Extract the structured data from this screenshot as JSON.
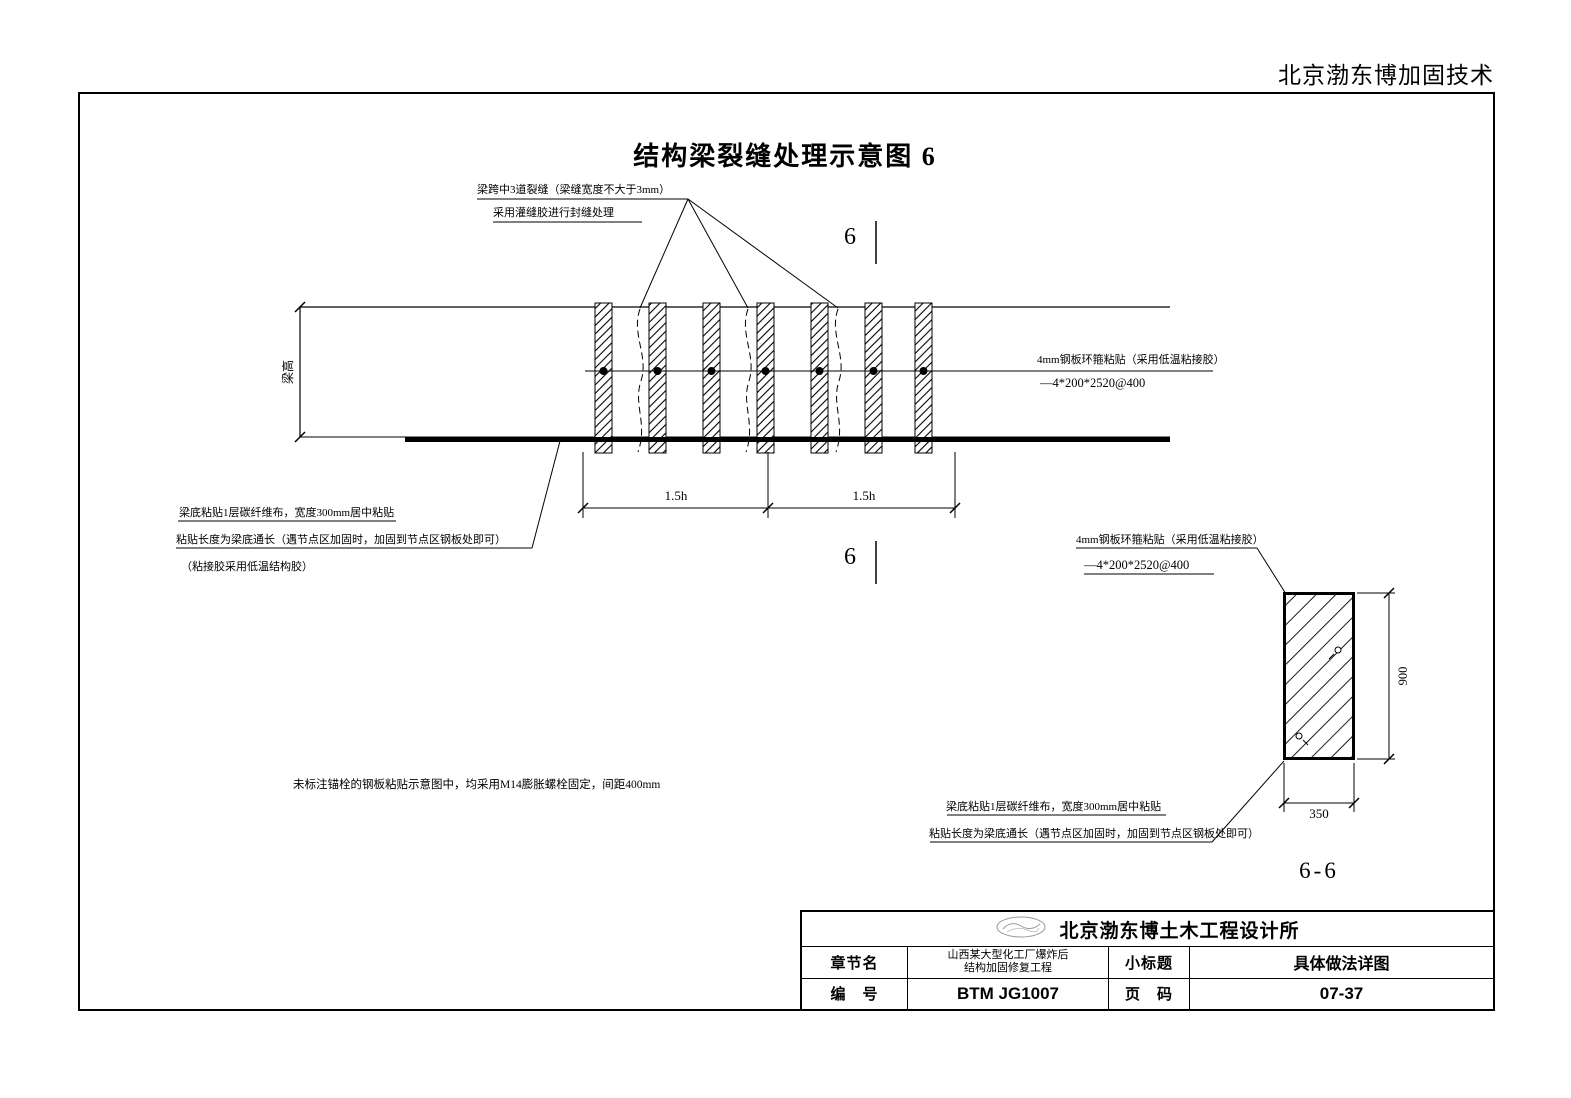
{
  "page": {
    "watermark": "北京渤东博加固技术",
    "title": "结构梁裂缝处理示意图 6"
  },
  "elevation": {
    "crack_note_line1": "梁跨中3道裂缝（梁缝宽度不大于3mm）",
    "crack_note_line2": "采用灌缝胶进行封缝处理",
    "section_marker": "6",
    "beam_height_label": "梁高",
    "plate_note_line1": "4mm钢板环箍粘贴（采用低温粘接胶）",
    "plate_note_line2": "—4*200*2520@400",
    "dim_left": "1.5h",
    "dim_right": "1.5h",
    "bottom_note_line1": "梁底粘贴1层碳纤维布，宽度300mm居中粘贴",
    "bottom_note_line2": "粘贴长度为梁底通长（遇节点区加固时，加固到节点区钢板处即可）",
    "bottom_note_line3": "（粘接胶采用低温结构胶）",
    "general_note": "未标注锚栓的钢板粘贴示意图中，均采用M14膨胀螺栓固定，间距400mm"
  },
  "section": {
    "plate_note_line1": "4mm钢板环箍粘贴（采用低温粘接胶）",
    "plate_note_line2": "—4*200*2520@400",
    "dim_height": "900",
    "dim_width": "350",
    "bottom_note_line1": "梁底粘贴1层碳纤维布，宽度300mm居中粘贴",
    "bottom_note_line2": "粘贴长度为梁底通长（遇节点区加固时，加固到节点区钢板处即可）",
    "label": "6-6"
  },
  "title_block": {
    "company": "北京渤东博土木工程设计所",
    "chapter_label": "章节名",
    "chapter_value_line1": "山西某大型化工厂爆炸后",
    "chapter_value_line2": "结构加固修复工程",
    "subtitle_label": "小标题",
    "subtitle_value": "具体做法详图",
    "number_label": "编　号",
    "number_value": "BTM JG1007",
    "page_label": "页　码",
    "page_value": "07-37"
  }
}
